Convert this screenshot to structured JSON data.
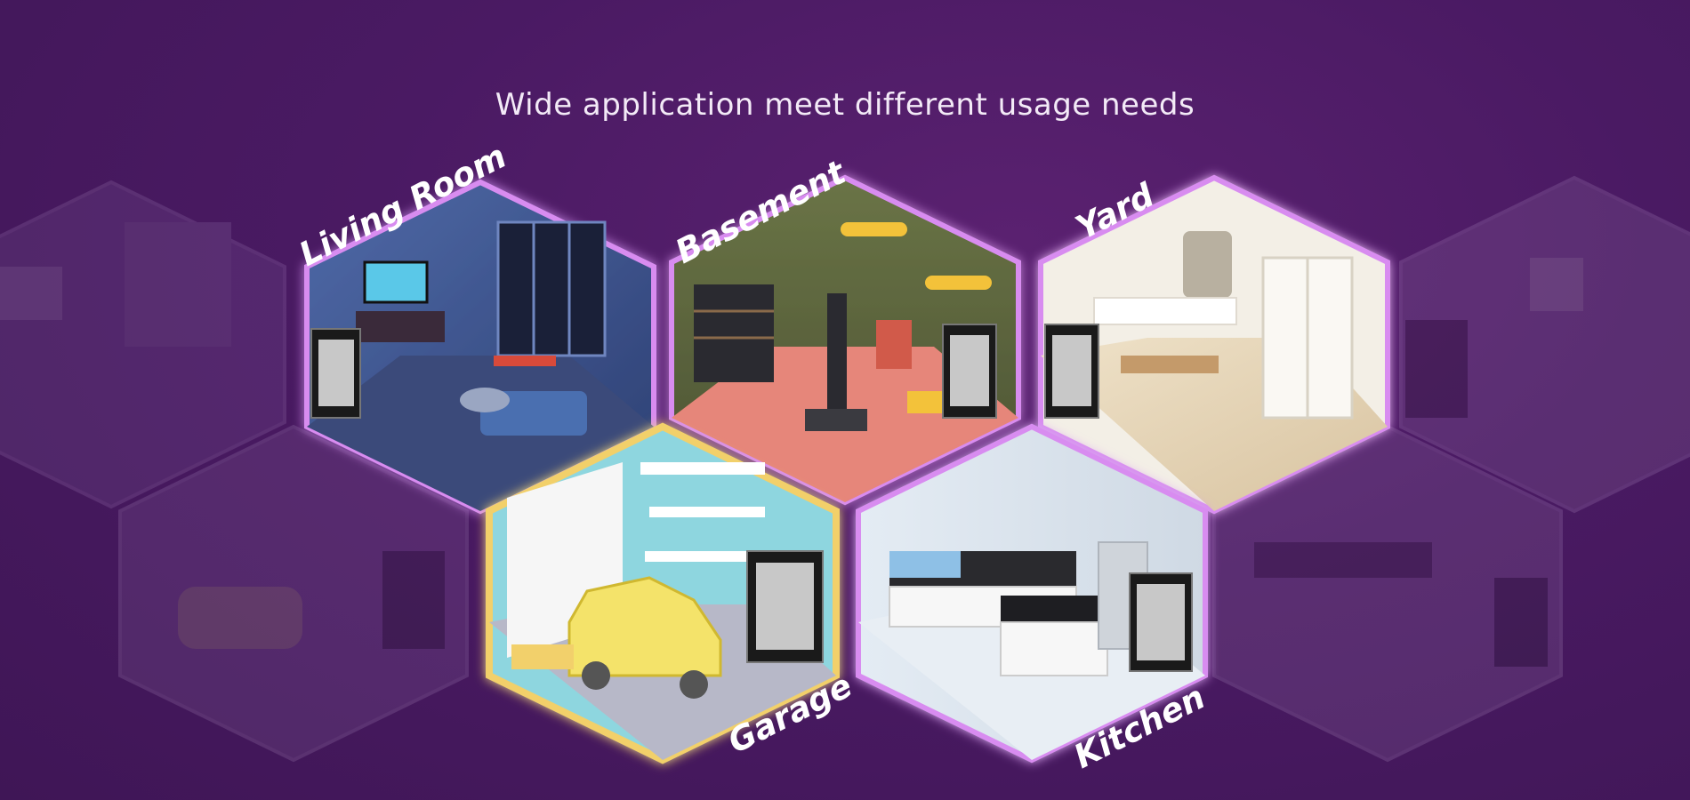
{
  "headline": "Wide application meet different usage needs",
  "rooms": [
    {
      "label": "Living Room"
    },
    {
      "label": "Basement"
    },
    {
      "label": "Yard"
    },
    {
      "label": "Garage"
    },
    {
      "label": "Kitchen"
    }
  ],
  "colors": {
    "background": "#4a1a63",
    "hex_glow": "#d88cf0",
    "garage_frame": "#f2d06b",
    "text": "#ffffff"
  }
}
